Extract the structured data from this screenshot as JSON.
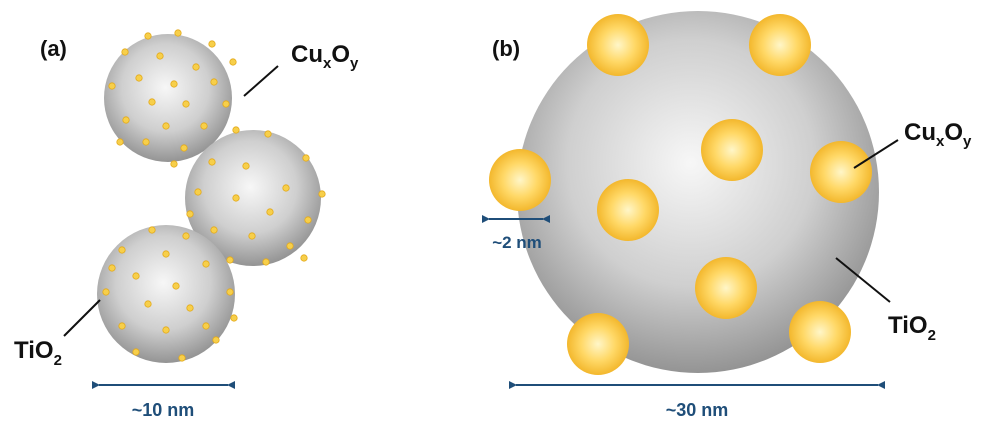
{
  "panel_a": {
    "label": "(a)",
    "shell_label": {
      "base": "Cu",
      "sub1": "x",
      "mid": "O",
      "sub2": "y"
    },
    "core_label": {
      "base": "TiO",
      "sub": "2"
    },
    "dimension": "~10 nm"
  },
  "panel_b": {
    "label": "(b)",
    "shell_label": {
      "base": "Cu",
      "sub1": "x",
      "mid": "O",
      "sub2": "y"
    },
    "core_label": {
      "base": "TiO",
      "sub": "2"
    },
    "dimension_small": "~2 nm",
    "dimension_large": "~30 nm"
  },
  "colors": {
    "core_light": "#f2f2f2",
    "core_dark": "#8c8c8c",
    "particle_light": "#fff2b8",
    "particle_dark": "#f2b824",
    "dimension": "#1f4e79",
    "text": "#111111"
  }
}
